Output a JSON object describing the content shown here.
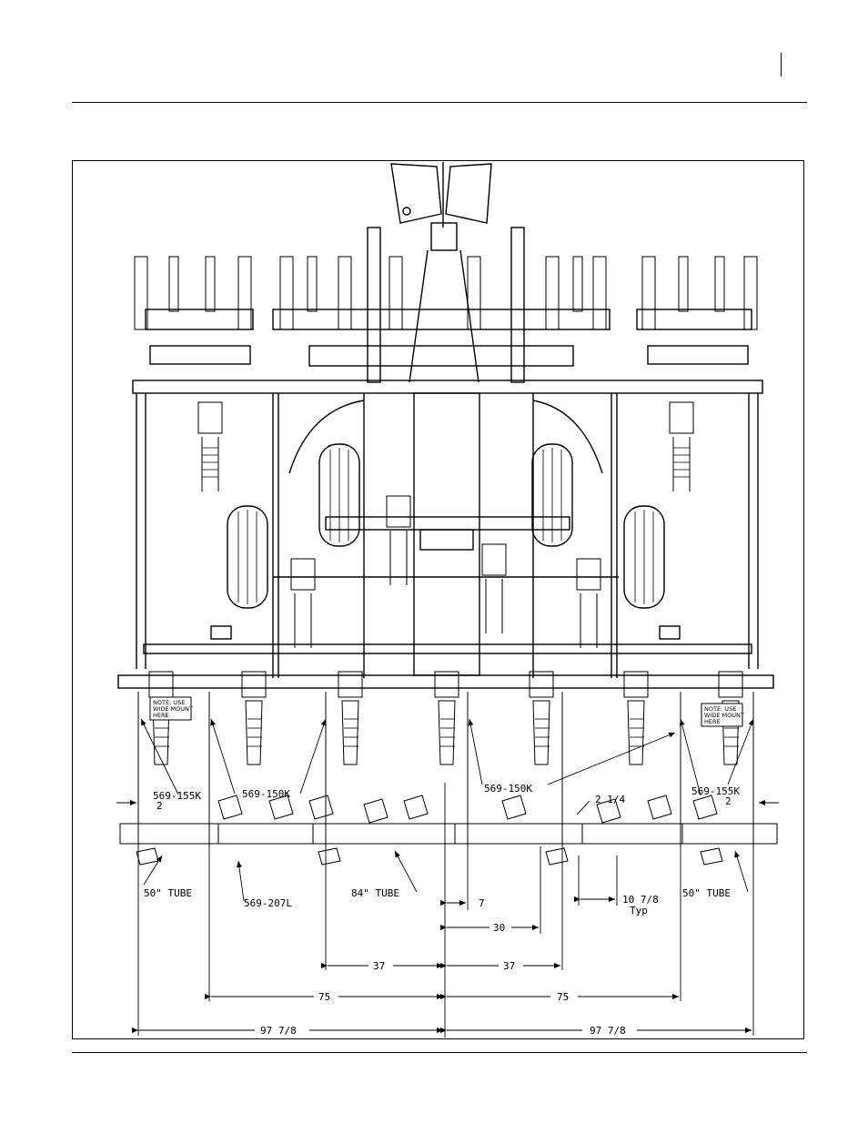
{
  "diagram": {
    "callouts": {
      "p155_left": "569-155K",
      "q2_left": "2",
      "p150_left": "569-150K",
      "p150_right": "569-150K",
      "p155_right": "569-155K",
      "q2_right": "2",
      "d2_14": "2 1/4",
      "tube50_left": "50\" TUBE",
      "p207": "569-207L",
      "tube84": "84\" TUBE",
      "d7": "7",
      "d10_78": "10 7/8",
      "typ": "Typ",
      "tube50_right": "50\" TUBE",
      "d30": "30"
    },
    "notes": {
      "left": [
        "NOTE: USE",
        "WIDE MOUNT",
        "HERE"
      ],
      "right": [
        "NOTE: USE",
        "WIDE MOUNT",
        "HERE"
      ]
    },
    "dimensions": {
      "d37_left": "37",
      "d37_right": "37",
      "d75_left": "75",
      "d75_right": "75",
      "d97_left": "97 7/8",
      "d97_right": "97 7/8"
    }
  }
}
